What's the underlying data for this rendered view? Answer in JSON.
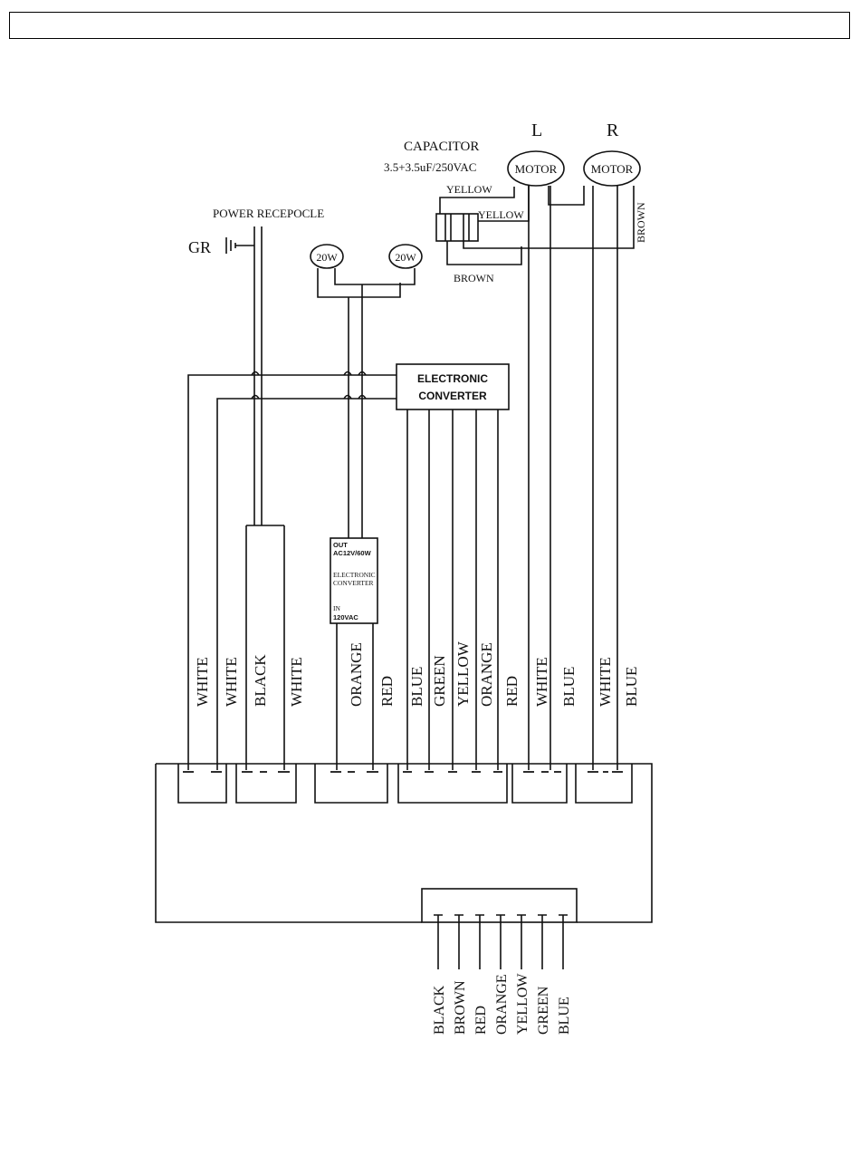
{
  "capacitor": {
    "label": "CAPACITOR",
    "rating": "3.5+3.5uF/250VAC"
  },
  "motors": {
    "left_side": "L",
    "right_side": "R",
    "left_label": "MOTOR",
    "right_label": "MOTOR"
  },
  "wires_top": {
    "yellow_1": "YELLOW",
    "yellow_2": "YELLOW",
    "brown_1": "BROWN",
    "brown_2": "BROWN"
  },
  "power": {
    "receptacle": "POWER RECEPOCLE",
    "ground": "GR"
  },
  "lamps": {
    "left": "20W",
    "right": "20W"
  },
  "upper_converter": {
    "line1": "ELECTRONIC",
    "line2": "CONVERTER"
  },
  "small_converter": {
    "out1": "OUT",
    "out2": "AC12V/60W",
    "name1": "ELECTRONIC",
    "name2": "CONVERTER",
    "in1": "IN",
    "in2": "120VAC"
  },
  "wire_labels": [
    "WHITE",
    "WHITE",
    "BLACK",
    "WHITE",
    "ORANGE",
    "RED",
    "BLUE",
    "GREEN",
    "YELLOW",
    "ORANGE",
    "RED",
    "WHITE",
    "BLUE",
    "WHITE",
    "BLUE"
  ],
  "bottom_labels": [
    "BLACK",
    "BROWN",
    "RED",
    "ORANGE",
    "YELLOW",
    "GREEN",
    "BLUE"
  ]
}
